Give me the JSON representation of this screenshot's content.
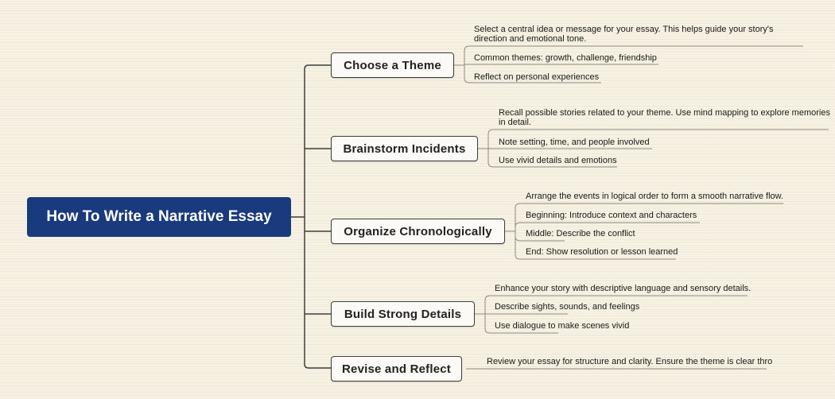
{
  "mindmap": {
    "root": {
      "label": "How To Write a Narrative Essay",
      "color": "#1a3a7e"
    },
    "branches": [
      {
        "label": "Choose a Theme",
        "children": [
          {
            "line1": "Select a central idea or message for your essay. This helps guide your story's",
            "line2": "direction and emotional tone."
          },
          {
            "line1": "Common themes: growth, challenge, friendship"
          },
          {
            "line1": "Reflect on personal experiences"
          }
        ]
      },
      {
        "label": "Brainstorm Incidents",
        "children": [
          {
            "line1": "Recall possible stories related to your theme. Use mind mapping to explore memories",
            "line2": "in detail."
          },
          {
            "line1": "Note setting, time, and people involved"
          },
          {
            "line1": "Use vivid details and emotions"
          }
        ]
      },
      {
        "label": "Organize Chronologically",
        "children": [
          {
            "line1": "Arrange the events in logical order to form a smooth narrative flow."
          },
          {
            "line1": "Beginning: Introduce context and characters"
          },
          {
            "line1": "Middle: Describe the conflict"
          },
          {
            "line1": "End: Show resolution or lesson learned"
          }
        ]
      },
      {
        "label": "Build Strong Details",
        "children": [
          {
            "line1": "Enhance your story with descriptive language and sensory details."
          },
          {
            "line1": "Describe sights, sounds, and feelings"
          },
          {
            "line1": "Use dialogue to make scenes vivid"
          }
        ]
      },
      {
        "label": "Revise and Reflect",
        "children": [
          {
            "line1": "Review your essay for structure and clarity. Ensure the theme is clear thro"
          }
        ]
      }
    ]
  },
  "colors": {
    "background": "#f4efdf",
    "root_fill": "#1a3a7e",
    "branch_border": "#3e3e3e",
    "connector": "#3e3e3e",
    "leaf_line": "#8c8a82"
  }
}
